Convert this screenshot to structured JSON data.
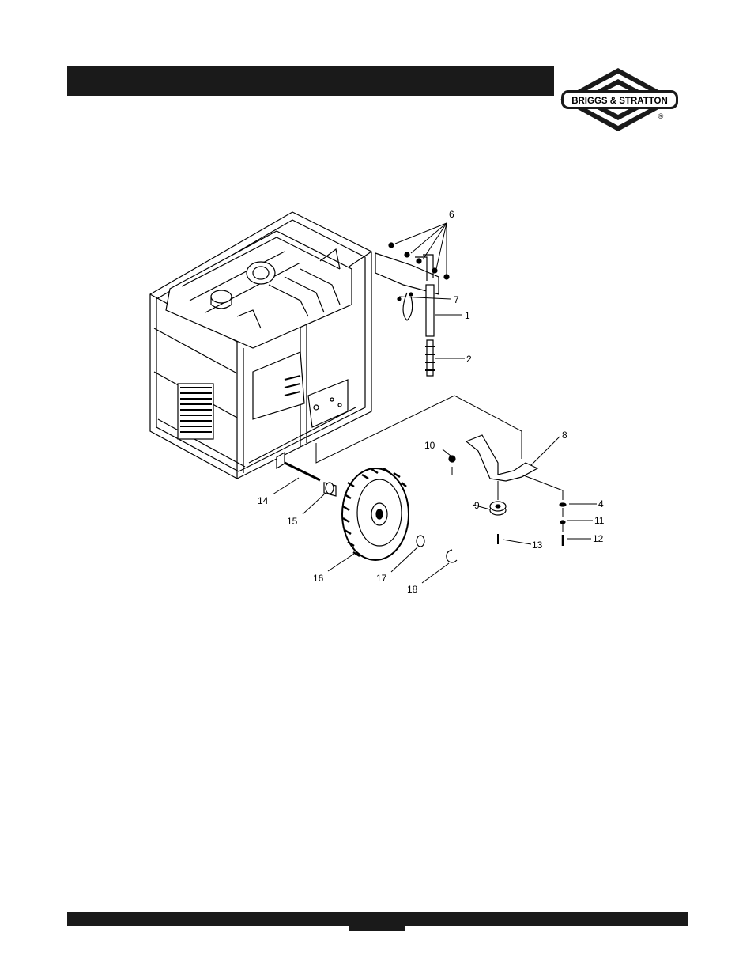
{
  "brand": {
    "name": "BRIGGS & STRATTON",
    "registered": "®"
  },
  "diagram": {
    "callouts": [
      "6",
      "7",
      "1",
      "2",
      "8",
      "10",
      "9",
      "4",
      "11",
      "12",
      "13",
      "14",
      "15",
      "16",
      "17",
      "18"
    ]
  }
}
